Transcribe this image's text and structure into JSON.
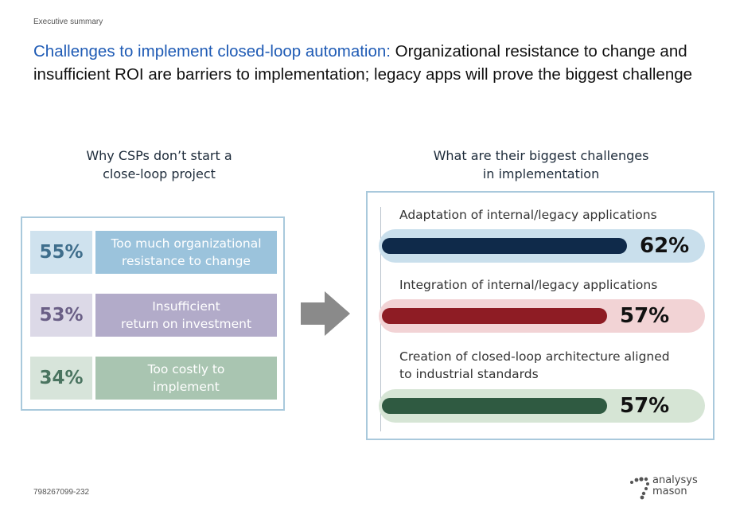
{
  "section_label": "Executive summary",
  "headline": {
    "accent": "Challenges to implement closed-loop automation:",
    "rest": " Organizational resistance to change and insufficient ROI are barriers to implementation; legacy apps will prove the biggest challenge"
  },
  "left_panel": {
    "heading_line1": "Why CSPs don’t start a",
    "heading_line2": "close-loop project",
    "reasons": [
      {
        "pct": "55%",
        "line1": "Too much organizational",
        "line2": "resistance to change",
        "pct_color": "#3f6e8c",
        "pct_bg": "#cfe2ee",
        "label_bg": "#9bc3dc"
      },
      {
        "pct": "53%",
        "line1": "Insufficient",
        "line2": "return on investment",
        "pct_color": "#6a5f86",
        "pct_bg": "#dcd9e7",
        "label_bg": "#b2abc9"
      },
      {
        "pct": "34%",
        "line1": "Too costly to",
        "line2": "implement",
        "pct_color": "#4a7460",
        "pct_bg": "#d7e4da",
        "label_bg": "#a9c5b1"
      }
    ]
  },
  "right_panel": {
    "heading_line1": "What are their biggest challenges",
    "heading_line2": "in implementation",
    "challenges": [
      {
        "line1": "Adaptation of internal/legacy applications",
        "line2": "",
        "pct_label": "62%",
        "value": 62,
        "fill_color": "#0f2a4a",
        "track_color": "#c9dfec"
      },
      {
        "line1": "Integration of internal/legacy applications",
        "line2": "",
        "pct_label": "57%",
        "value": 57,
        "fill_color": "#8e1c24",
        "track_color": "#f2d3d5"
      },
      {
        "line1": "Creation of closed-loop architecture aligned",
        "line2": "to industrial standards",
        "pct_label": "57%",
        "value": 57,
        "fill_color": "#2f5a41",
        "track_color": "#d6e5d5"
      }
    ]
  },
  "footer": {
    "doc_id": "798267099-232",
    "logo_line1": "analysys",
    "logo_line2": "mason"
  },
  "colors": {
    "accent": "#1f5bb5",
    "border": "#a9c9dc",
    "arrow": "#8a8a8a"
  },
  "icons": {
    "arrow": "right-arrow-icon",
    "logo": "analysys-mason-logo"
  }
}
